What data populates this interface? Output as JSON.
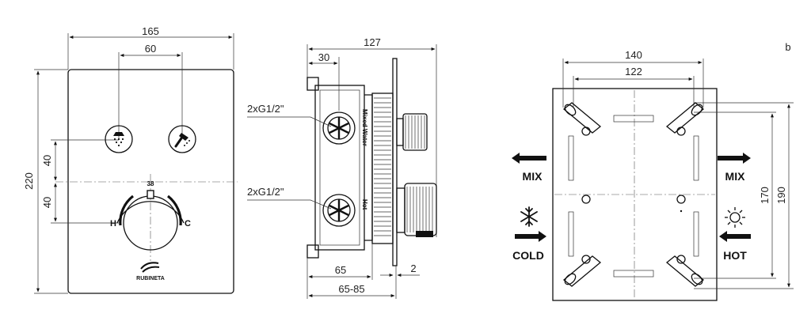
{
  "front_view": {
    "width": "165",
    "button_spacing": "60",
    "height": "220",
    "dim_upper": "40",
    "dim_lower": "40",
    "knob_mark": "38",
    "hot_mark": "H",
    "cold_mark": "C",
    "brand": "RUBINETA"
  },
  "side_view": {
    "depth": "127",
    "offset": "30",
    "thread_top": "2xG1/2\"",
    "thread_bottom": "2xG1/2\"",
    "body_depth": "65",
    "range": "65-85",
    "plate": "2",
    "label_mixed": "Mixed Water",
    "label_hot": "Hot"
  },
  "back_view": {
    "outer_width": "140",
    "inner_width": "122",
    "inner_height": "170",
    "outer_height": "190",
    "mix_left": "MIX",
    "mix_right": "MIX",
    "cold": "COLD",
    "hot": "HOT",
    "corner_mark": "b"
  }
}
